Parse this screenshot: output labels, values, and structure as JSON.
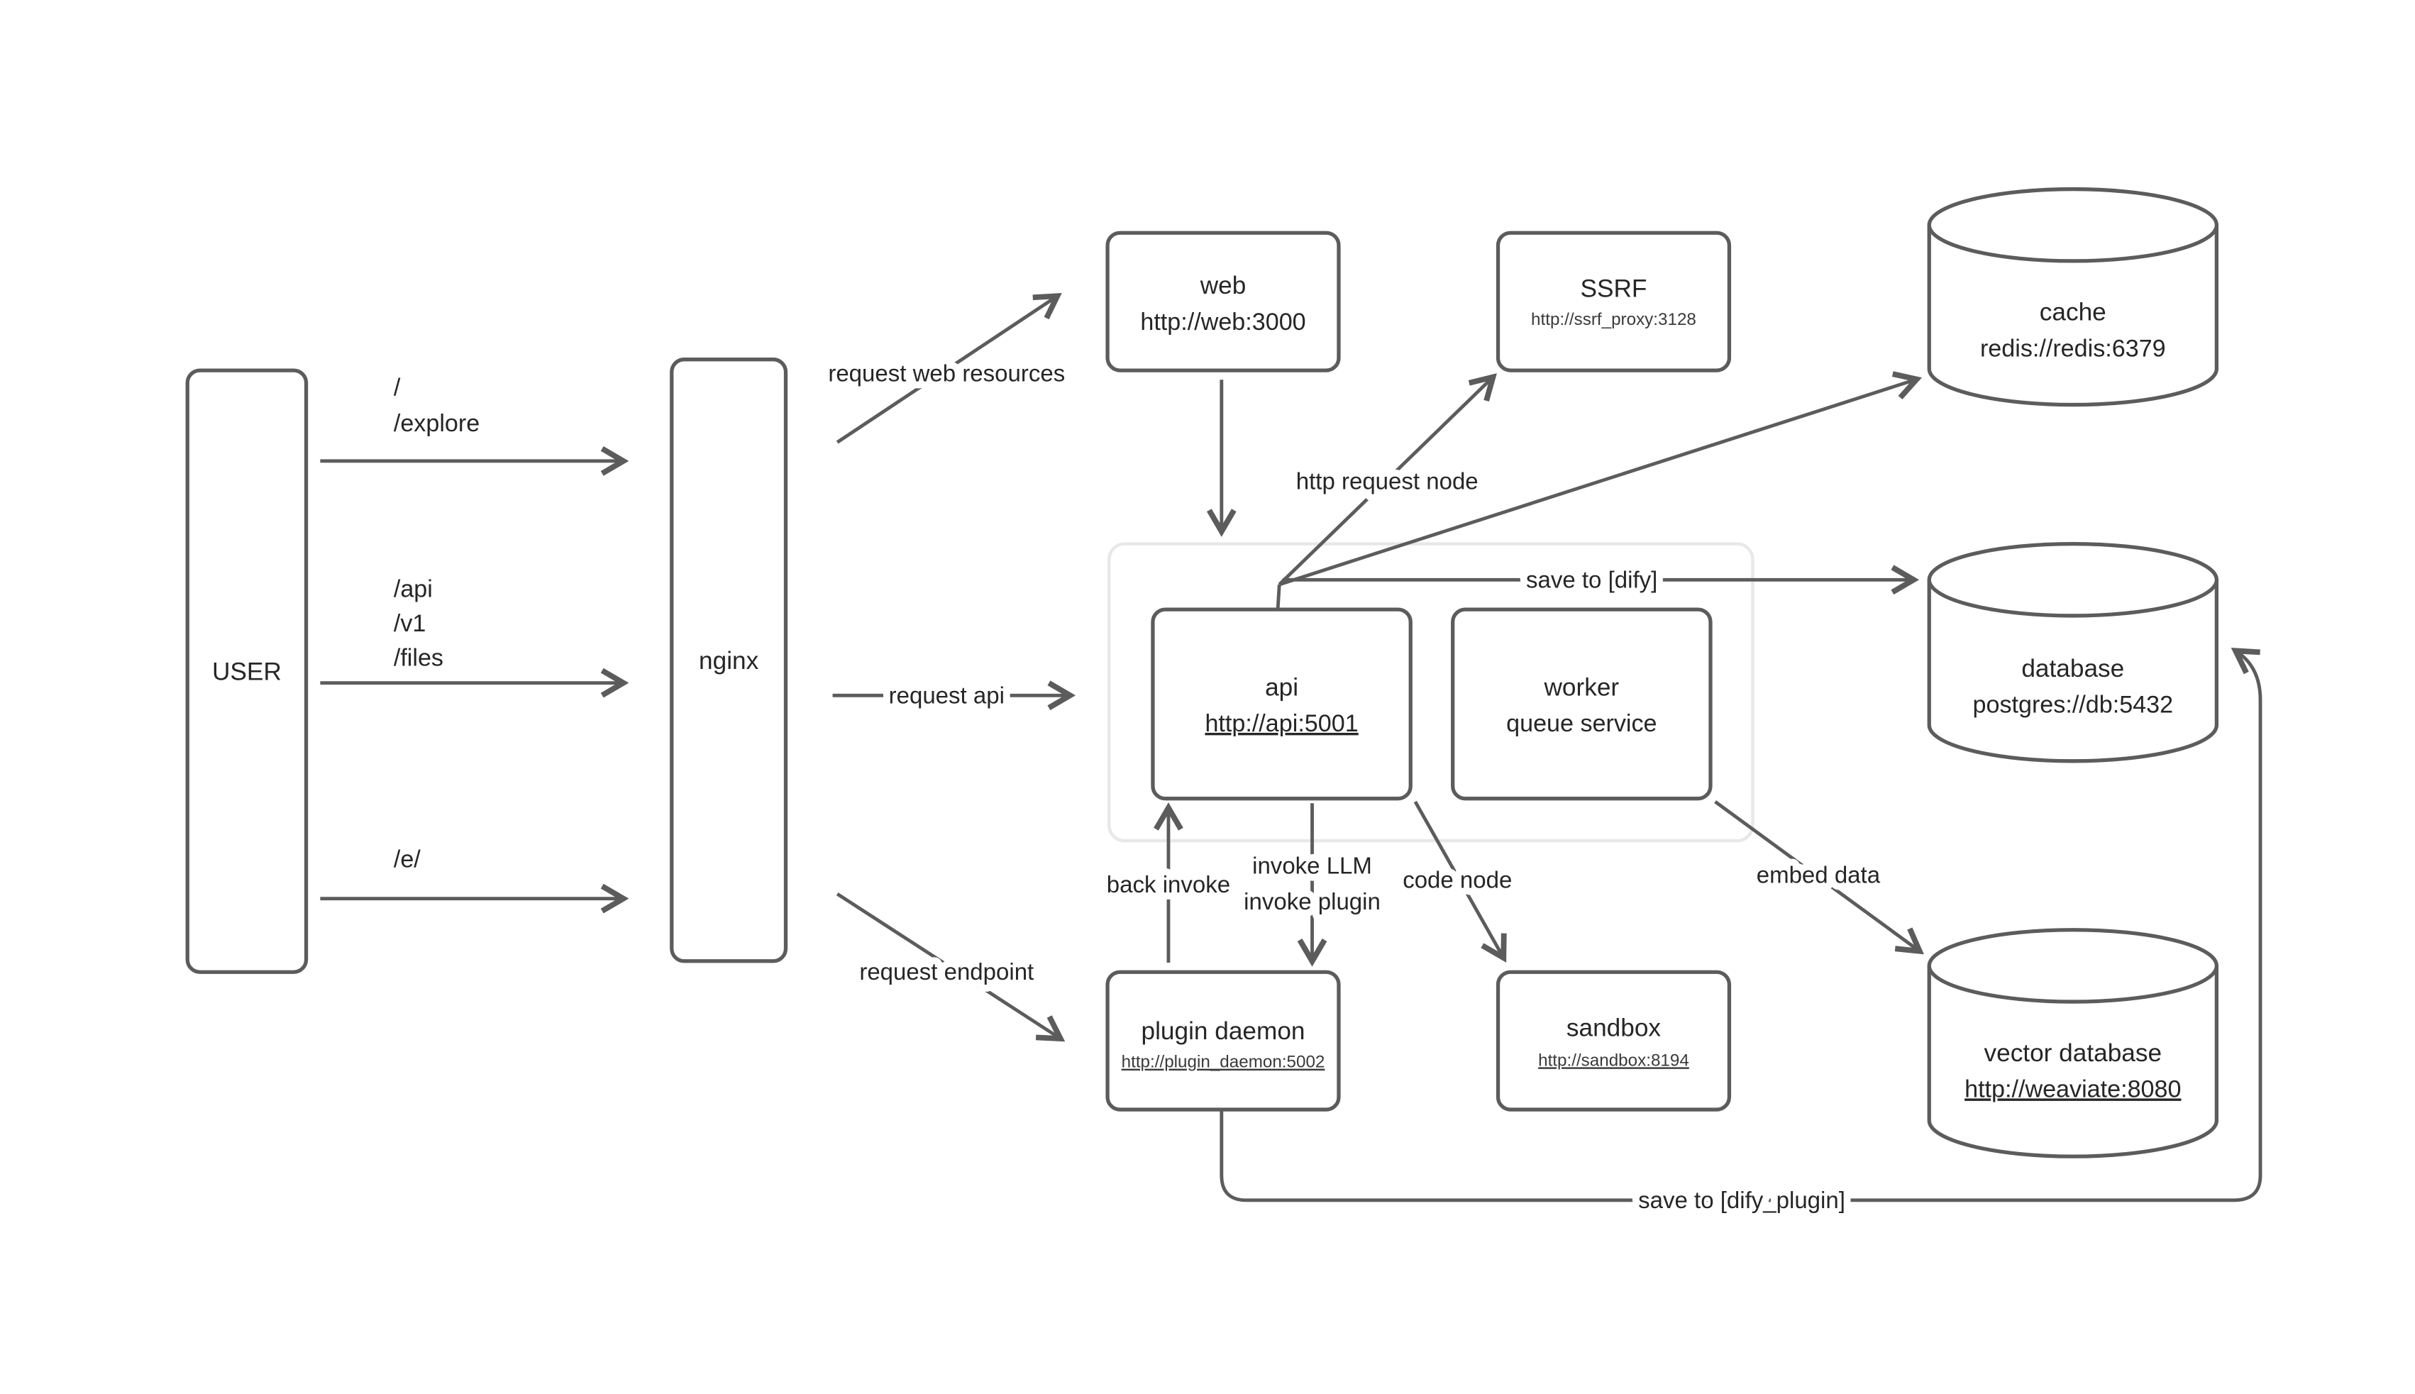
{
  "diagram": {
    "nodes": {
      "user": {
        "label": "USER"
      },
      "nginx": {
        "label": "nginx"
      },
      "web": {
        "label": "web",
        "sub": "http://web:3000"
      },
      "ssrf": {
        "label": "SSRF",
        "sub": "http://ssrf_proxy:3128"
      },
      "cache": {
        "label": "cache",
        "sub": "redis://redis:6379"
      },
      "api": {
        "label": "api",
        "sub": "http://api:5001"
      },
      "worker": {
        "label": "worker",
        "sub": "queue service"
      },
      "database": {
        "label": "database",
        "sub": "postgres://db:5432"
      },
      "plugin_daemon": {
        "label": "plugin daemon",
        "sub": "http://plugin_daemon:5002"
      },
      "sandbox": {
        "label": "sandbox",
        "sub": "http://sandbox:8194"
      },
      "vector_database": {
        "label": "vector database",
        "sub": "http://weaviate:8080"
      }
    },
    "user_routes": {
      "top": [
        "/",
        "/explore"
      ],
      "middle": [
        "/api",
        "/v1",
        "/files"
      ],
      "bottom": [
        "/e/"
      ]
    },
    "edges": {
      "request_web_resources": {
        "label": "request web resources"
      },
      "request_api": {
        "label": "request api"
      },
      "request_endpoint": {
        "label": "request endpoint"
      },
      "http_request_node": {
        "label": "http request node"
      },
      "save_to_dify": {
        "label": "save to [dify]"
      },
      "back_invoke": {
        "label": "back invoke"
      },
      "invoke": {
        "label1": "invoke LLM",
        "label2": "invoke plugin"
      },
      "code_node": {
        "label": "code node"
      },
      "embed_data": {
        "label": "embed data"
      },
      "save_to_dify_plugin": {
        "label": "save to [dify_plugin]"
      }
    },
    "colors": {
      "stroke": "#5c5c5c",
      "text": "#262626",
      "group_border": "#e8e8e8",
      "background": "#ffffff"
    }
  }
}
